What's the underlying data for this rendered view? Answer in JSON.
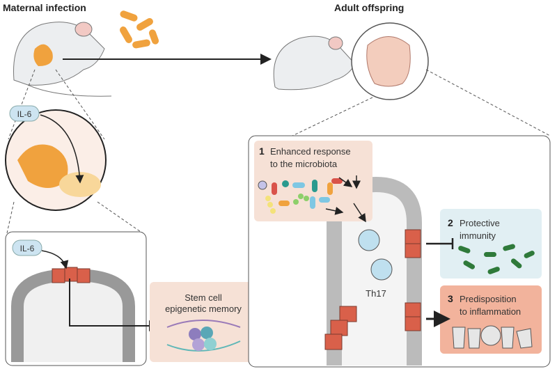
{
  "titles": {
    "left": "Maternal infection",
    "right": "Adult offspring"
  },
  "il6": {
    "top": "IL-6",
    "bottom": "IL-6"
  },
  "stem_cell": {
    "line1": "Stem cell",
    "line2": "epigenetic memory"
  },
  "panel1": {
    "number": "1",
    "line1": "Enhanced response",
    "line2": "to the microbiota"
  },
  "panel2": {
    "number": "2",
    "line1": "Protective",
    "line2": "immunity"
  },
  "panel3": {
    "number": "3",
    "line1": "Predisposition",
    "line2": "to inflammation"
  },
  "cell_label": "Th17",
  "colors": {
    "salmon": "#f6e1d6",
    "blue_panel": "#e1eff3",
    "red_cell": "#d9604a",
    "bacteria_orange": "#f0a23e",
    "arrow": "#222222"
  }
}
